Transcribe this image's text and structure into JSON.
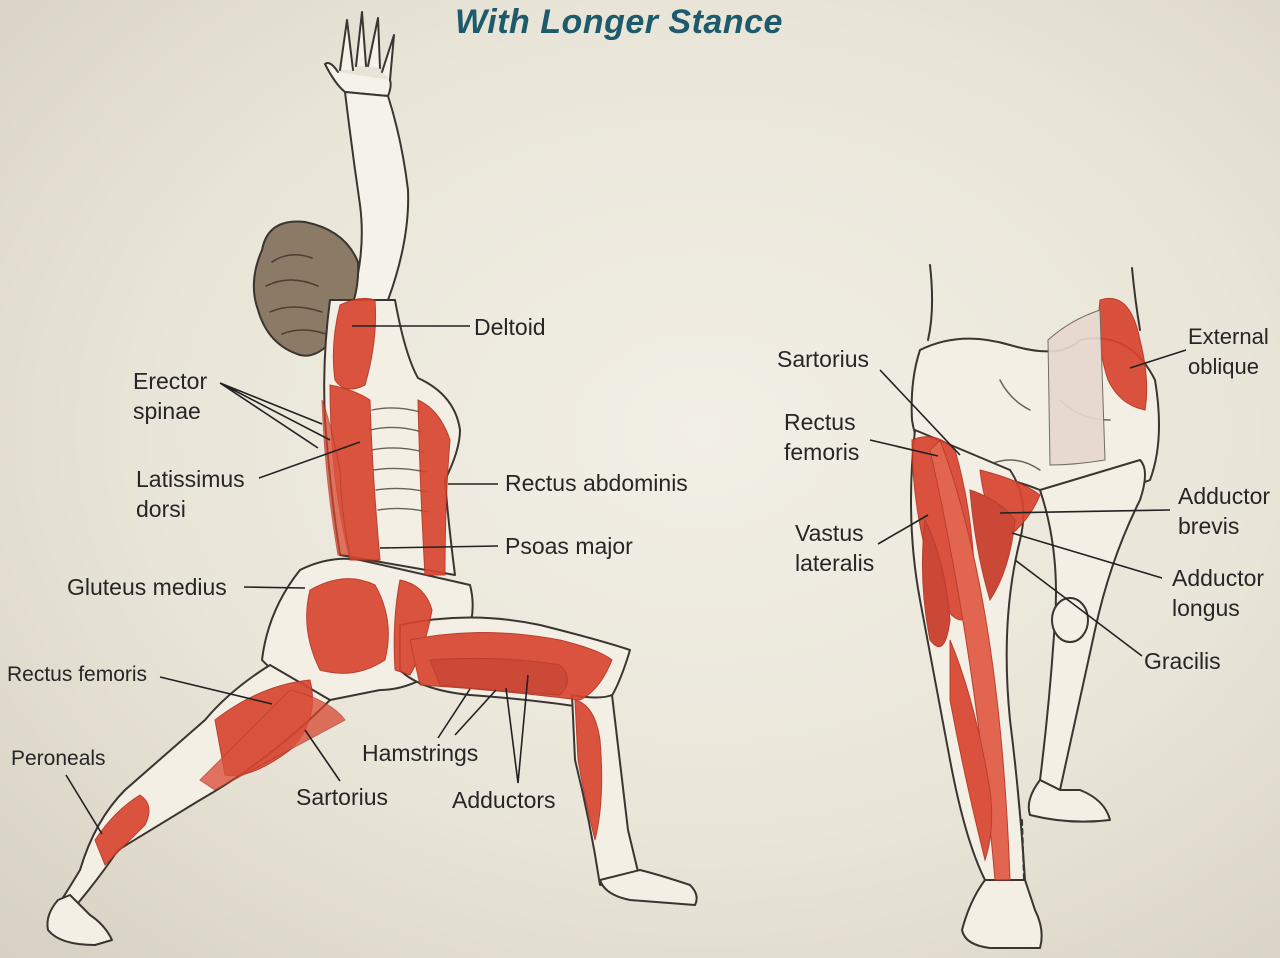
{
  "title": "With Longer Stance",
  "colors": {
    "muscle": "#d8452f",
    "muscle_dark": "#b5301f",
    "outline": "#3a3530",
    "paper": "#ece8dc",
    "title": "#1d5a6b",
    "leader": "#222222"
  },
  "left_figure": {
    "labels": {
      "deltoid": "Deltoid",
      "erector_spinae": "Erector\nspinae",
      "latissimus_dorsi": "Latissimus\ndorsi",
      "rectus_abdominis": "Rectus abdominis",
      "psoas_major": "Psoas major",
      "gluteus_medius": "Gluteus medius",
      "rectus_femoris": "Rectus femoris",
      "peroneals": "Peroneals",
      "hamstrings": "Hamstrings",
      "sartorius": "Sartorius",
      "adductors": "Adductors"
    }
  },
  "right_figure": {
    "labels": {
      "sartorius": "Sartorius",
      "rectus_femoris": "Rectus\nfemoris",
      "vastus_lateralis": "Vastus\nlateralis",
      "external_oblique": "External\noblique",
      "adductor_brevis": "Adductor\nbrevis",
      "adductor_longus": "Adductor\nlongus",
      "gracilis": "Gracilis"
    }
  }
}
